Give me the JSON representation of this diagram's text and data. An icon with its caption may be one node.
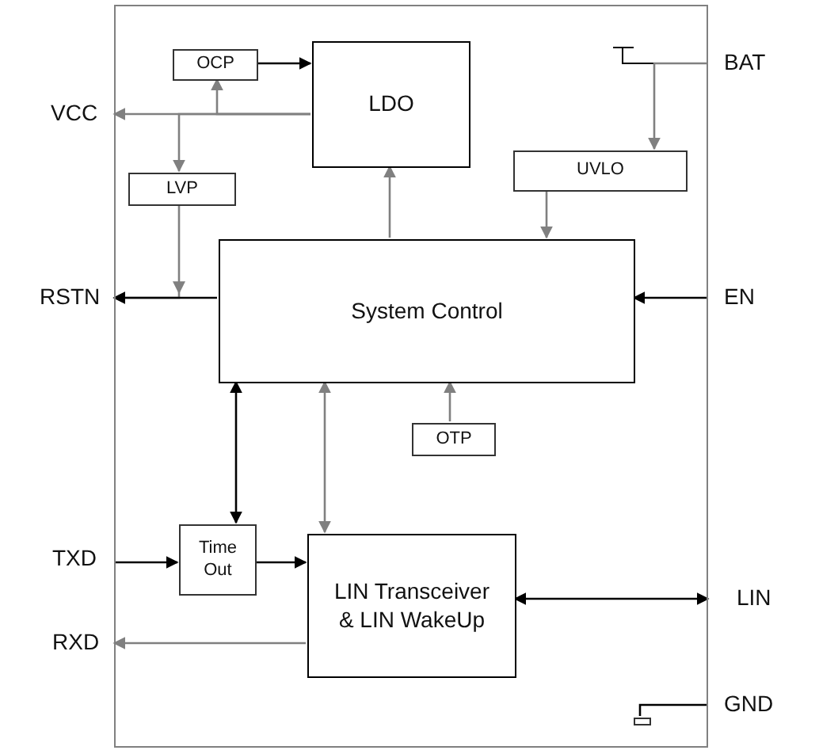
{
  "diagram": {
    "nodes": [
      {
        "text": [],
        "shape": "box"
      },
      {
        "text": [
          "OCP"
        ],
        "in": 0
      },
      {
        "text": [
          "LDO"
        ],
        "in": 0
      },
      {
        "text": [
          "UVLO"
        ],
        "in": 0
      },
      {
        "text": [
          "LVP"
        ],
        "in": 0
      },
      {
        "text": [
          "System Control"
        ],
        "in": 0
      },
      {
        "text": [
          "OTP"
        ],
        "in": 0
      },
      {
        "text": [
          "Time Out"
        ],
        "in": 0
      },
      {
        "text": [
          "LIN Transceiver & LIN WakeUp"
        ],
        "in": 0
      },
      {
        "text": [
          "VCC"
        ]
      },
      {
        "text": [
          "RSTN"
        ]
      },
      {
        "text": [
          "TXD"
        ]
      },
      {
        "text": [
          "RXD"
        ]
      },
      {
        "text": [
          "BAT"
        ]
      },
      {
        "text": [
          "EN"
        ]
      },
      {
        "text": [
          "LIN"
        ]
      },
      {
        "text": [
          "GND"
        ]
      },
      {
        "text": [],
        "shape": "box",
        "in": 0
      }
    ],
    "edges": [
      {
        "from": 2,
        "to": 9,
        "arrow": "to"
      },
      {
        "from": 2,
        "to": 1,
        "arrow": "to"
      },
      {
        "from": 1,
        "to": 2,
        "arrow": "to",
        "color": "#000000"
      },
      {
        "from": 2,
        "to": 4,
        "arrow": "to"
      },
      {
        "from": 4,
        "to": 10,
        "arrow": "to"
      },
      {
        "from": 5,
        "to": 10,
        "arrow": "to",
        "color": "#000000"
      },
      {
        "from": 5,
        "to": 2,
        "arrow": "to"
      },
      {
        "from": 13,
        "to": 3,
        "arrow": "to"
      },
      {
        "from": 3,
        "to": 5,
        "arrow": "to"
      },
      {
        "from": 14,
        "to": 5,
        "arrow": "to",
        "color": "#000000"
      },
      {
        "from": 6,
        "to": 5,
        "arrow": "to"
      },
      {
        "from": 5,
        "to": 7,
        "arrow": "both",
        "color": "#000000"
      },
      {
        "from": 5,
        "to": 8,
        "arrow": "both"
      },
      {
        "from": 11,
        "to": 7,
        "arrow": "to",
        "color": "#000000"
      },
      {
        "from": 7,
        "to": 8,
        "arrow": "to",
        "color": "#000000"
      },
      {
        "from": 8,
        "to": 12,
        "arrow": "to"
      },
      {
        "from": 8,
        "to": 15,
        "arrow": "both",
        "color": "#000000"
      },
      {
        "from": 16,
        "to": 17,
        "arrow": "none",
        "color": "#000000"
      }
    ]
  }
}
